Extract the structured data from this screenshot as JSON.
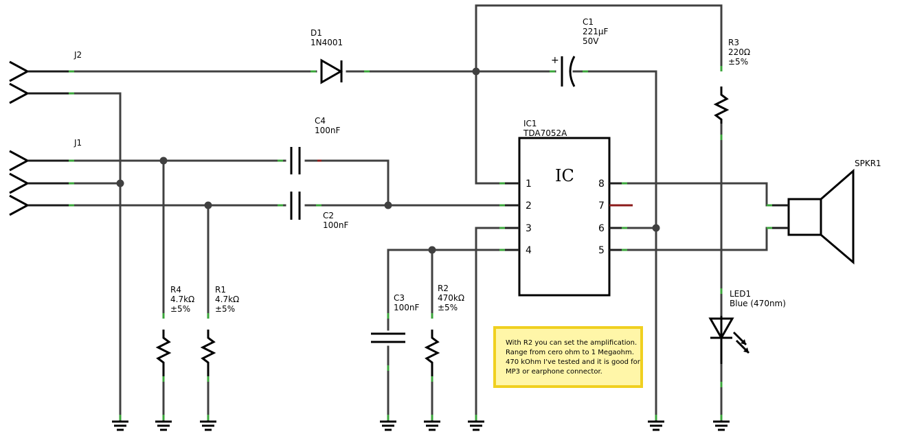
{
  "connectors": {
    "j1": {
      "name": "J1"
    },
    "j2": {
      "name": "J2"
    }
  },
  "components": {
    "d1": {
      "name": "D1",
      "value": "1N4001"
    },
    "c1": {
      "name": "C1",
      "value": "221µF",
      "rating": "50V",
      "polarity": "+"
    },
    "c2": {
      "name": "C2",
      "value": "100nF"
    },
    "c3": {
      "name": "C3",
      "value": "100nF"
    },
    "c4": {
      "name": "C4",
      "value": "100nF"
    },
    "r1": {
      "name": "R1",
      "value": "4.7kΩ",
      "tolerance": "±5%"
    },
    "r2": {
      "name": "R2",
      "value": "470kΩ",
      "tolerance": "±5%"
    },
    "r3": {
      "name": "R3",
      "value": "220Ω",
      "tolerance": "±5%"
    },
    "r4": {
      "name": "R4",
      "value": "4.7kΩ",
      "tolerance": "±5%"
    },
    "led1": {
      "name": "LED1",
      "value": "Blue (470nm)"
    },
    "spkr1": {
      "name": "SPKR1"
    }
  },
  "ic1": {
    "name": "IC1",
    "part": "TDA7052A",
    "symbol_text": "IC",
    "pins": {
      "p1": "1",
      "p2": "2",
      "p3": "3",
      "p4": "4",
      "p5": "5",
      "p6": "6",
      "p7": "7",
      "p8": "8"
    }
  },
  "note": {
    "lines": [
      "With R2 you can set the  amplification.",
      "Range from cero ohm to 1 Megaohm.",
      "470 kOhm I've tested and it is good for",
      "MP3 or earphone connector."
    ],
    "border_color": "#f0d020",
    "fill_color": "#fff6a8"
  },
  "colors": {
    "wire": "#404040",
    "pin_tip": "#3aa53a",
    "unconnected_pin": "#8b1a1a"
  }
}
